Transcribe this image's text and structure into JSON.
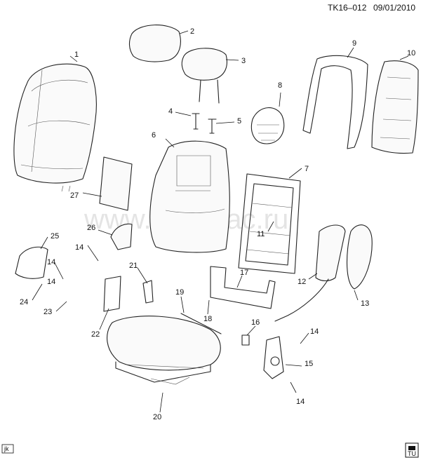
{
  "header": {
    "diagram_id": "TK16–012",
    "date": "09/01/2010"
  },
  "watermark": "www.gmshlac.ru",
  "footer": {
    "left_code": "jk",
    "right_badge": "TU"
  },
  "callouts": [
    "1",
    "2",
    "3",
    "4",
    "5",
    "6",
    "7",
    "8",
    "9",
    "10",
    "11",
    "12",
    "13",
    "14",
    "14",
    "14",
    "14",
    "14",
    "15",
    "16",
    "17",
    "18",
    "19",
    "20",
    "21",
    "22",
    "23",
    "24",
    "25",
    "26",
    "27"
  ]
}
